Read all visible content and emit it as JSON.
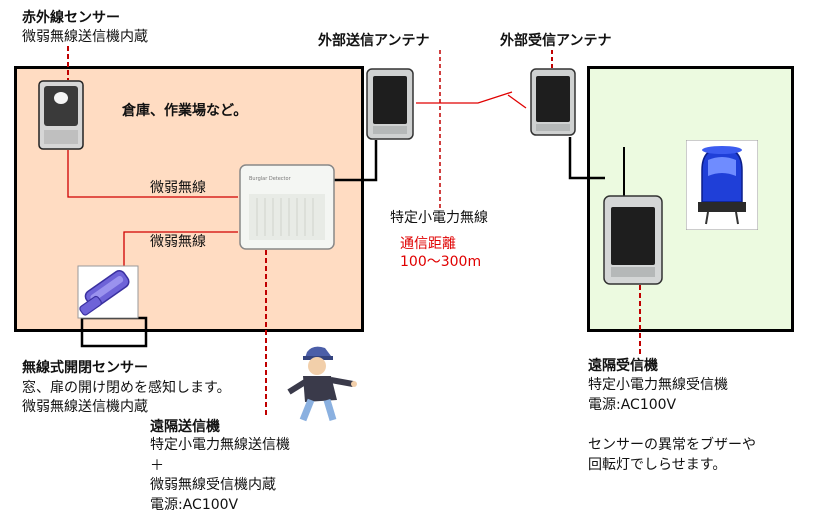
{
  "warehouse": {
    "area_label": "倉庫、作業場など。",
    "weak_radio_label_1": "微弱無線",
    "weak_radio_label_2": "微弱無線",
    "fill_color": "#ffdcc2"
  },
  "remote_area": {
    "fill_color": "#ecfae0"
  },
  "infrared_sensor": {
    "title": "赤外線センサー",
    "desc": "微弱無線送信機内蔵"
  },
  "ext_tx_antenna": {
    "title": "外部送信アンテナ"
  },
  "ext_rx_antenna": {
    "title": "外部受信アンテナ"
  },
  "radio_link": {
    "label": "特定小電力無線",
    "distance_label": "通信距離",
    "distance_value": "100～300m",
    "accent_color": "#e00000"
  },
  "door_sensor": {
    "title": "無線式開閉センサー",
    "desc1": "窓、扉の開け閉めを感知します。",
    "desc2": "微弱無線送信機内蔵"
  },
  "remote_transmitter": {
    "title": "遠隔送信機",
    "line1": "特定小電力無線送信機",
    "line2": "＋",
    "line3": "微弱無線受信機内蔵",
    "line4": "電源:AC100V"
  },
  "remote_receiver": {
    "title": "遠隔受信機",
    "line1": "特定小電力無線受信機",
    "line2": "電源:AC100V",
    "note1": "センサーの異常をブザーや",
    "note2": "回転灯でしらせます。"
  },
  "transmitter_brand": "Burglar Detector",
  "icons": [
    "infrared-sensor-icon",
    "transmitter-unit-icon",
    "door-sensor-icon",
    "antenna-unit-icon",
    "receiver-unit-icon",
    "rotating-lamp-icon",
    "person-icon"
  ]
}
